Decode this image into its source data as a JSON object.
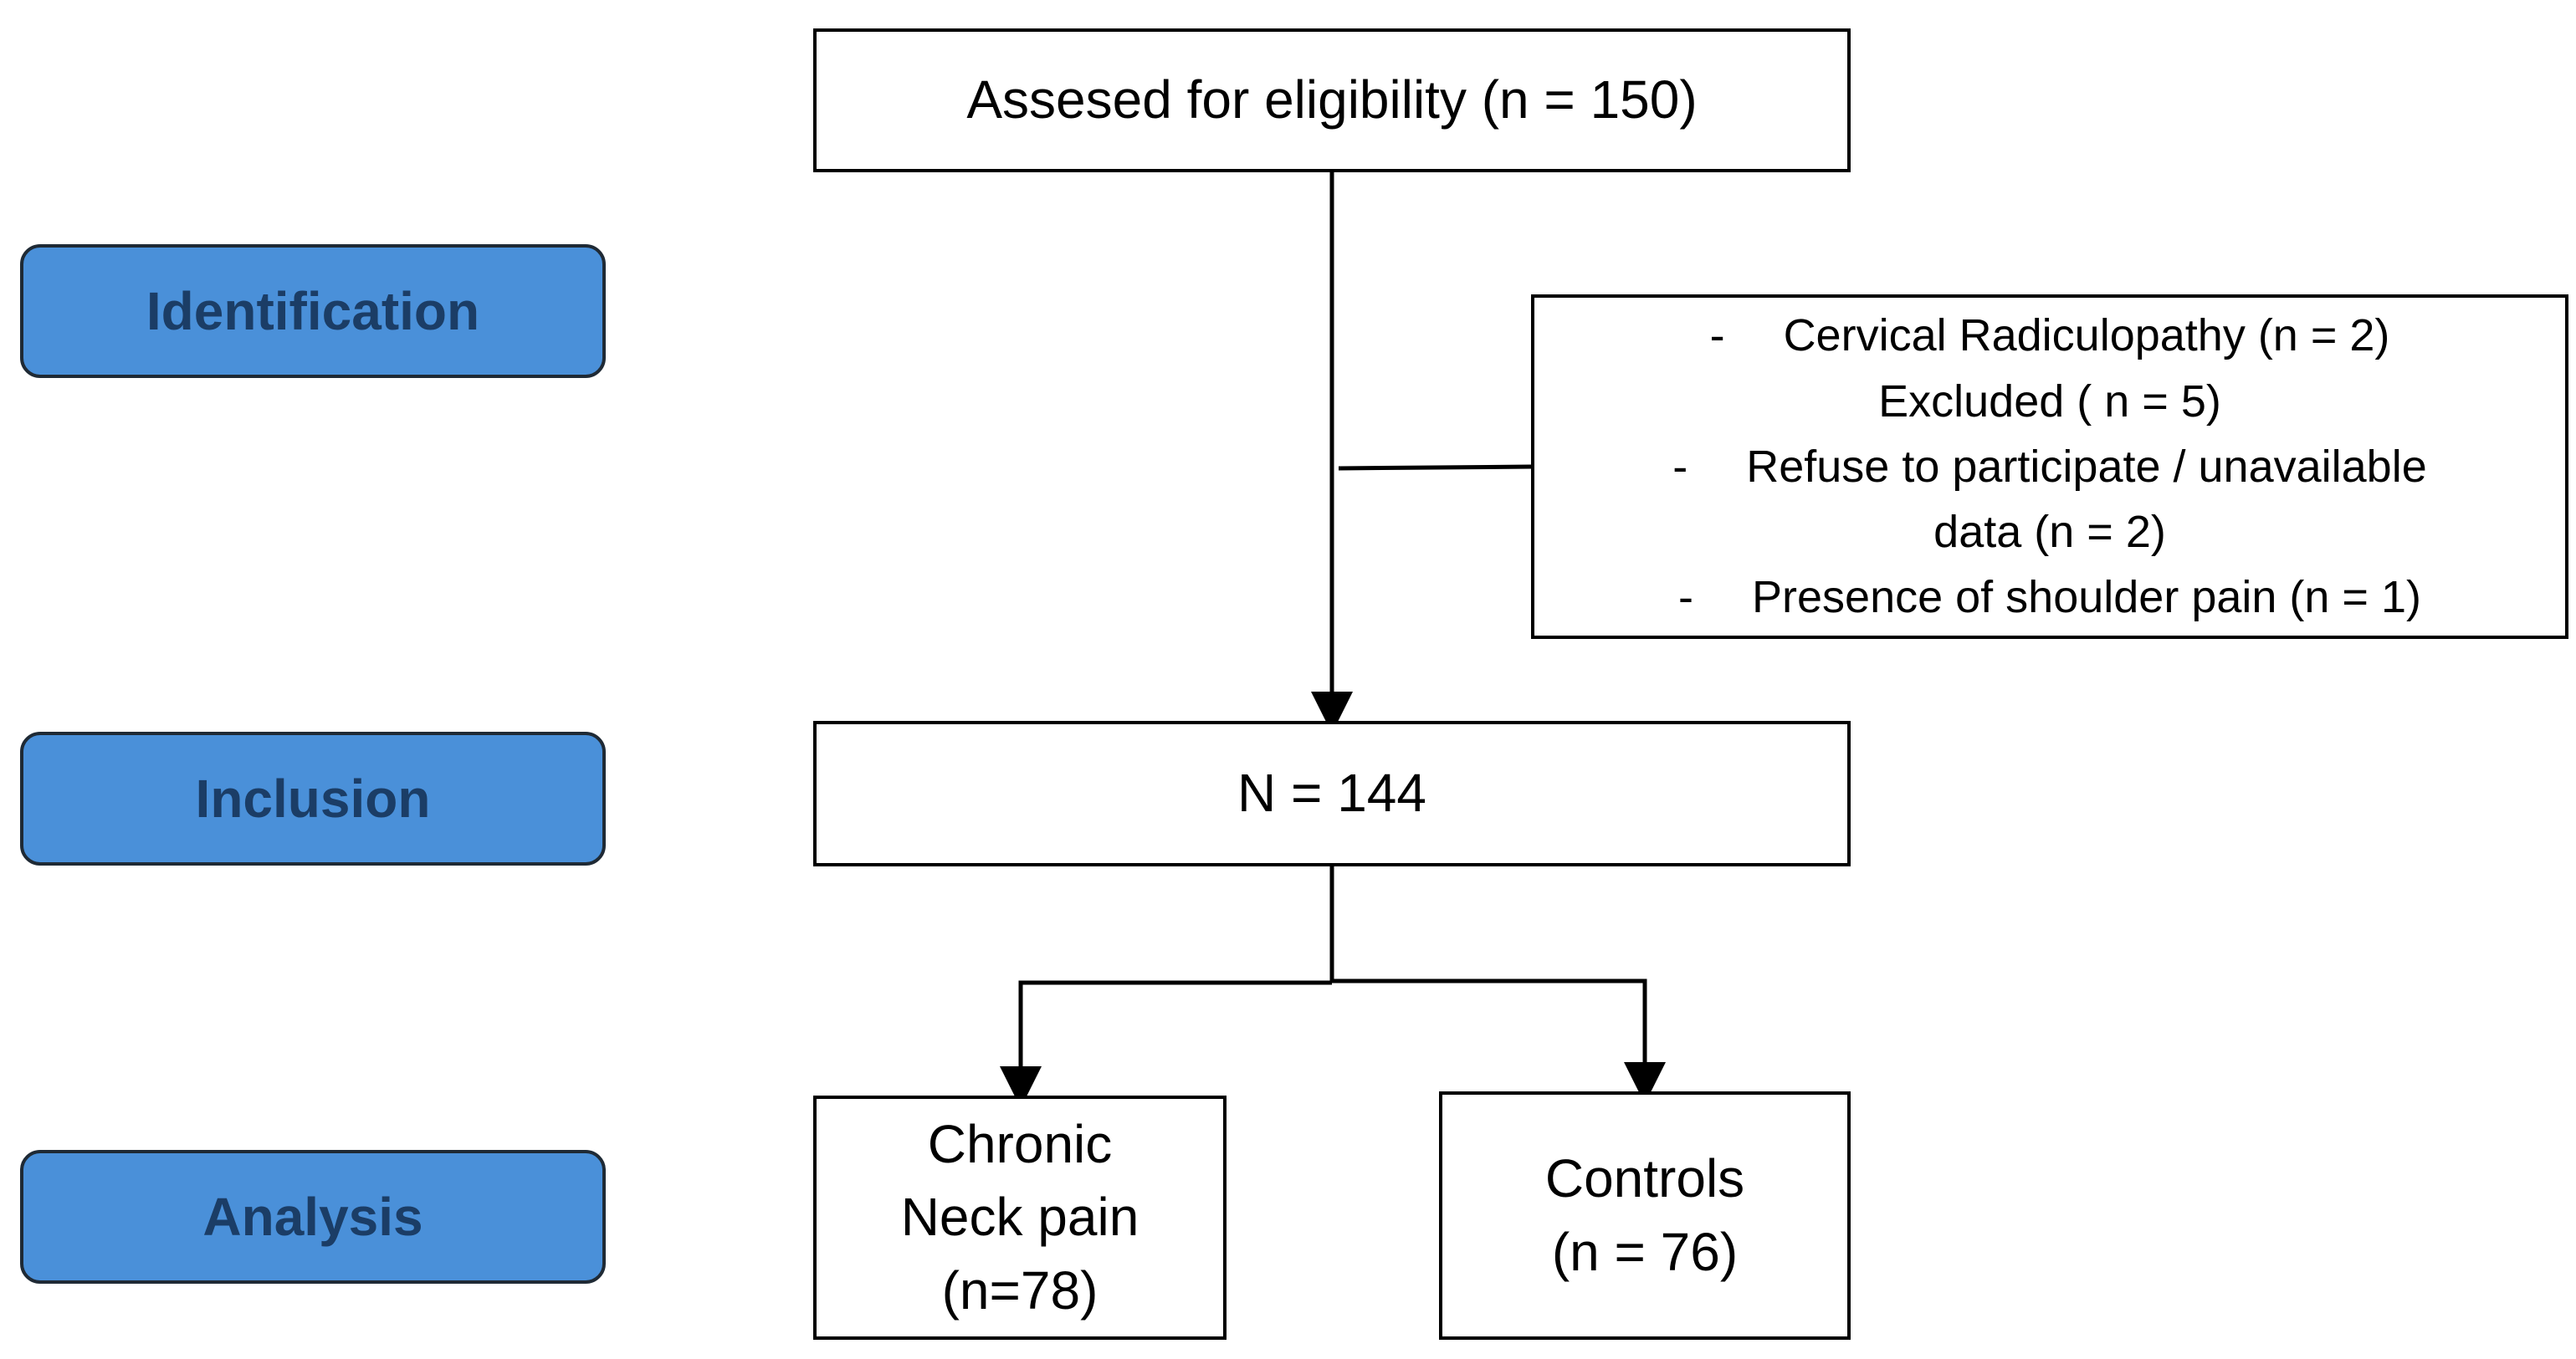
{
  "stages": {
    "identification": "Identification",
    "inclusion": "Inclusion",
    "analysis": "Analysis"
  },
  "boxes": {
    "assessed": "Assesed for eligibility (n = 150)",
    "included": "N = 144",
    "chronic": [
      "Chronic",
      "Neck pain",
      "(n=78)"
    ],
    "controls": [
      "Controls",
      "(n = 76)"
    ]
  },
  "excluded": {
    "dash": "-",
    "item1": "Cervical Radiculopathy (n = 2)",
    "header": "Excluded ( n = 5)",
    "item2a": "Refuse to participate / unavailable",
    "item2b": "data (n = 2)",
    "item3": "Presence of shoulder pain (n = 1)"
  },
  "colors": {
    "stage_fill": "#4a90d9",
    "stage_text": "#1b3d66",
    "stage_border": "#1f2a35",
    "line": "#000000"
  }
}
